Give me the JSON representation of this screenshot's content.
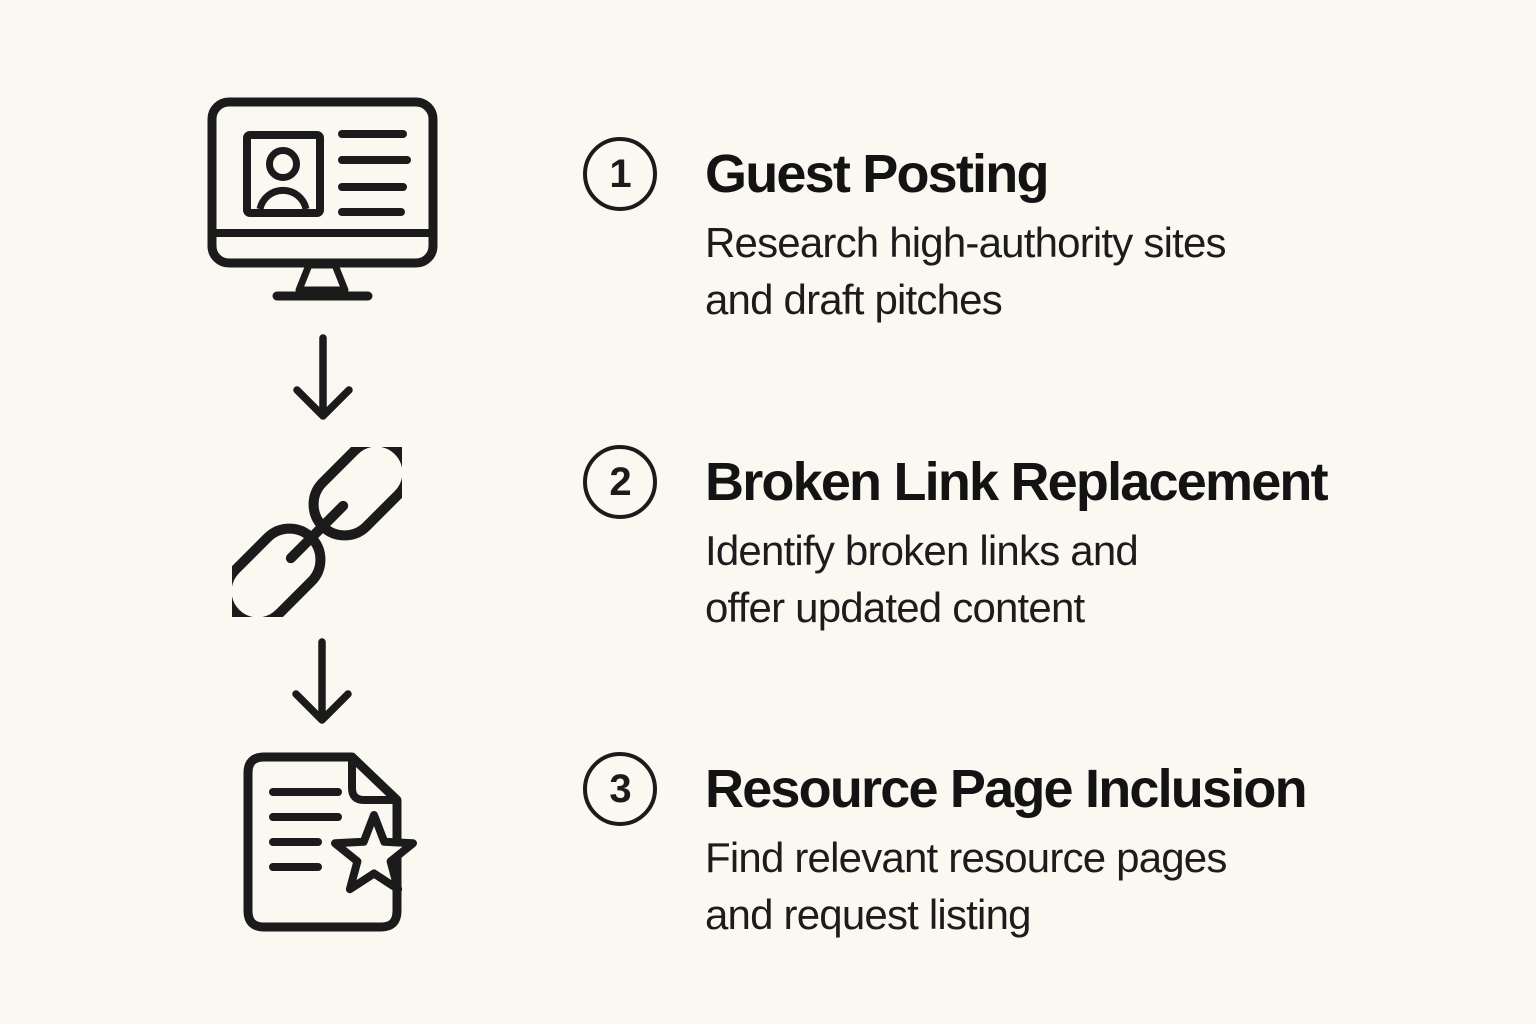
{
  "theme": {
    "background": "#FAF8F1",
    "ink": "#1B1B1B",
    "text": "#161616"
  },
  "diagram": {
    "type": "vertical-process-flow",
    "steps": [
      {
        "number": "1",
        "title": "Guest Posting",
        "desc_lines": [
          "Research high-authority sites",
          "and draft pitches"
        ],
        "icon": "monitor-profile-card-icon"
      },
      {
        "number": "2",
        "title": "Broken Link Replacement",
        "desc_lines": [
          "Identify broken links and",
          "offer updated content"
        ],
        "icon": "chain-link-icon"
      },
      {
        "number": "3",
        "title": "Resource Page Inclusion",
        "desc_lines": [
          "Find relevant resource pages",
          "and request listing"
        ],
        "icon": "document-star-icon"
      }
    ],
    "connectors": [
      {
        "glyph": "arrow-down"
      },
      {
        "glyph": "arrow-down"
      }
    ]
  }
}
